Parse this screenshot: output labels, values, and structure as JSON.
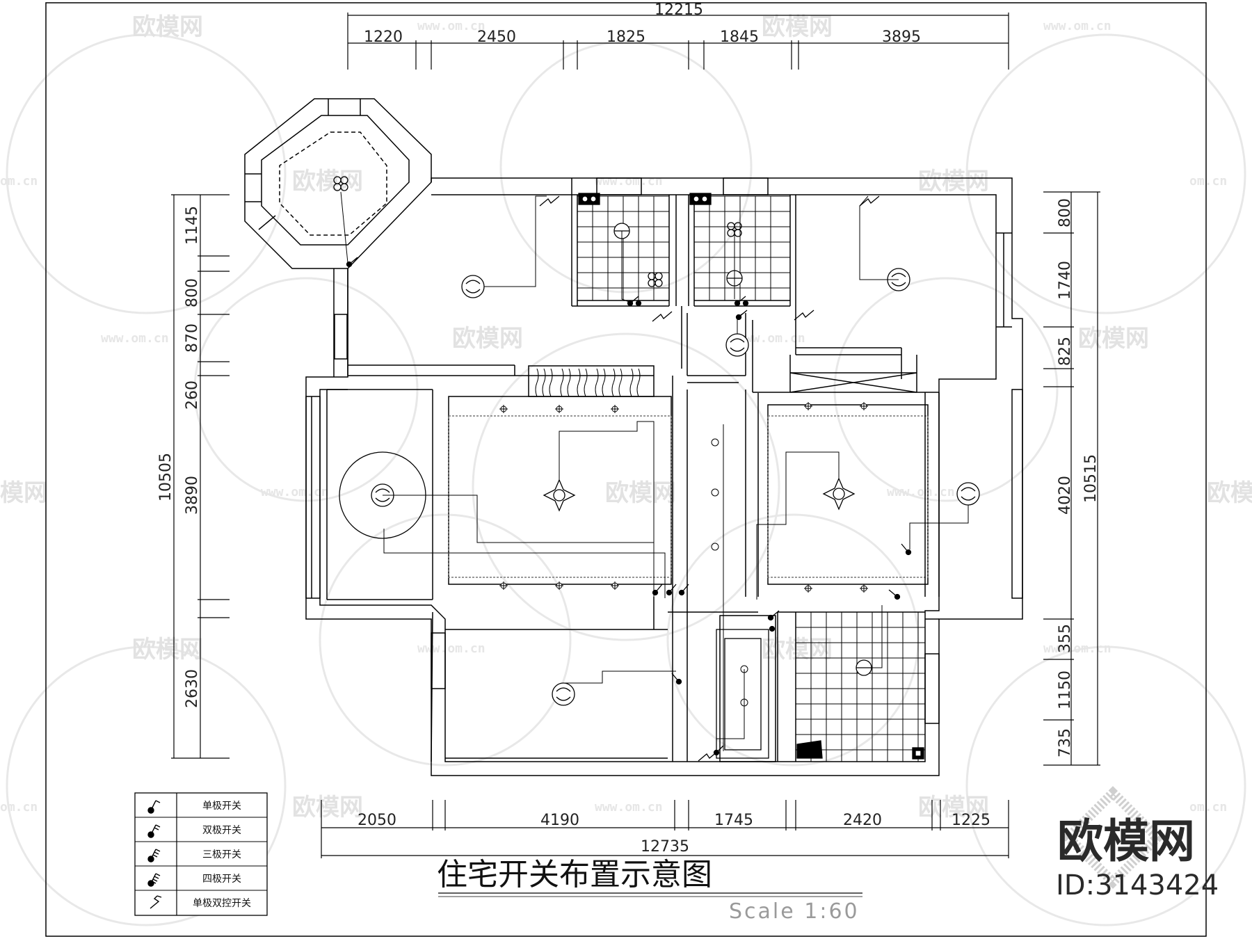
{
  "title": "住宅开关布置示意图",
  "scale": "Scale 1:60",
  "brand": {
    "name": "欧模网",
    "id": "ID:3143424"
  },
  "watermark": {
    "text": "欧模网",
    "url": "www.om.cn",
    "url_short": "om.cn",
    "frag1": "模网",
    "frag2": "欧模网"
  },
  "dims_top": {
    "total": "12215",
    "segments": [
      "1220",
      "2450",
      "1825",
      "1845",
      "3895"
    ]
  },
  "dims_bottom": {
    "total": "12735",
    "segments": [
      "2050",
      "4190",
      "1745",
      "2420",
      "1225"
    ]
  },
  "dims_left": {
    "total": "10505",
    "segments": [
      "1145",
      "800",
      "870",
      "260",
      "3890",
      "2630"
    ]
  },
  "dims_right": {
    "total": "10515",
    "segments": [
      "800",
      "1740",
      "825",
      "4020",
      "355",
      "1150",
      "735"
    ]
  },
  "legend": [
    {
      "symbol": "single-pole-switch-icon",
      "label": "单极开关"
    },
    {
      "symbol": "double-pole-switch-icon",
      "label": "双极开关"
    },
    {
      "symbol": "triple-pole-switch-icon",
      "label": "三极开关"
    },
    {
      "symbol": "quad-pole-switch-icon",
      "label": "四极开关"
    },
    {
      "symbol": "two-way-switch-icon",
      "label": "单极双控开关"
    }
  ],
  "colors": {
    "line": "#000000",
    "watermark": "#e2e2e2",
    "scale": "#9a9a9a"
  }
}
